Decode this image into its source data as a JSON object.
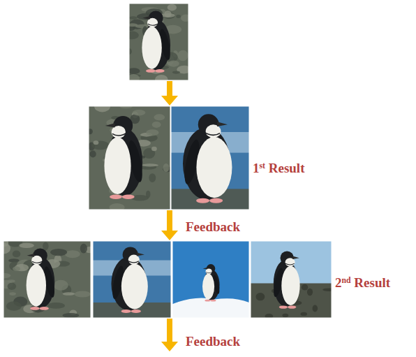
{
  "diagram": {
    "labels": [
      "1st Result",
      "Feedback",
      "2nd Result",
      "Feedback"
    ]
  }
}
